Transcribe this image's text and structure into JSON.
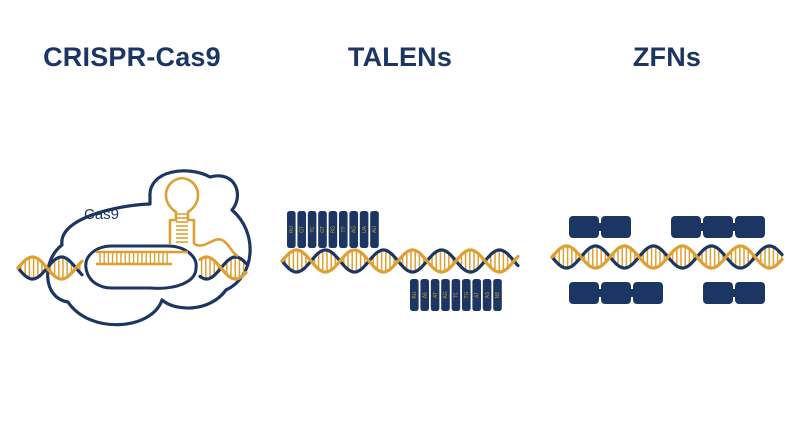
{
  "titles": {
    "crispr": "CRISPR-Cas9",
    "talens": "TALENs",
    "zfns": "ZFNs"
  },
  "crispr": {
    "protein_label": "Cas9"
  },
  "talens": {
    "top_labels": [
      "RU",
      "GT",
      "TC",
      "GT",
      "RG",
      "TT",
      "AG",
      "UA",
      "AU"
    ],
    "bottom_labels": [
      "RU",
      "AE",
      "AT",
      "AG",
      "TC",
      "TG",
      "AT",
      "AS",
      "NE"
    ]
  },
  "colors": {
    "navy": "#1c3664",
    "gold": "#dea033",
    "label": "#c99a3a"
  }
}
